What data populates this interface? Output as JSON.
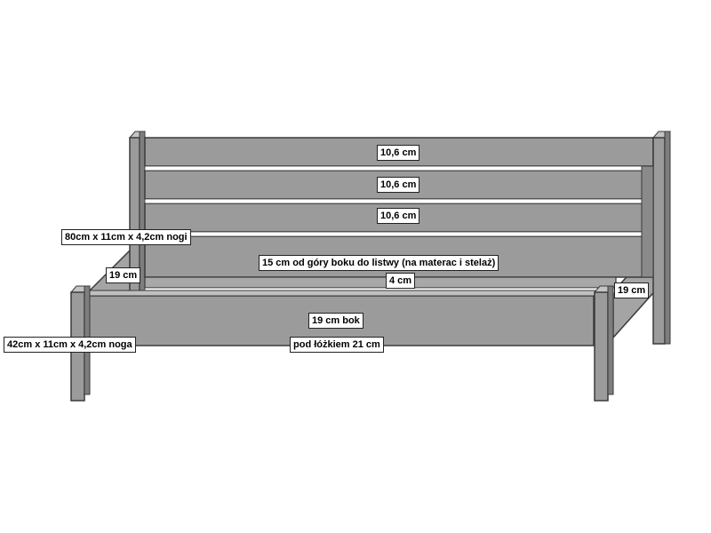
{
  "labels": {
    "board1": "10,6 cm",
    "board2": "10,6 cm",
    "board3": "10,6 cm",
    "head_legs": "80cm x 11cm x 4,2cm nogi",
    "side_height_left": "19 cm",
    "top_to_slat": "15 cm od góry boku do listwy (na materac i stelaż)",
    "slat": "4 cm",
    "side_height_right": "19 cm",
    "side_board": "19 cm bok",
    "under_bed": "pod łóżkiem 21 cm",
    "foot_legs": "42cm x 11cm x 4,2cm noga"
  },
  "colors": {
    "wood": "#9b9b9b",
    "wood_light": "#b9b9b9",
    "wood_dark": "#7a7a7a",
    "outline": "#3a3a3a",
    "gap": "#ffffff"
  }
}
